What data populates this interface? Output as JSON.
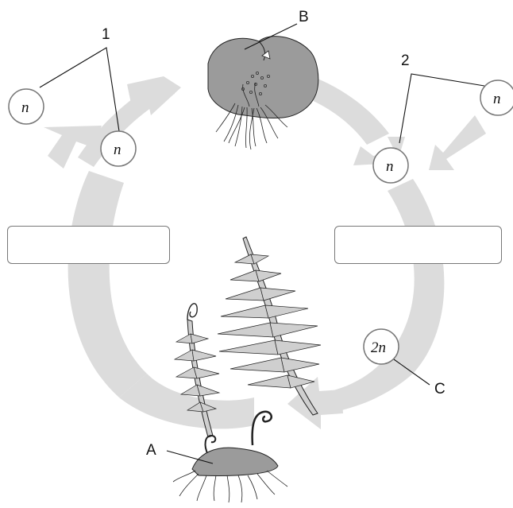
{
  "labels": {
    "one": "1",
    "two": "2",
    "a": "A",
    "b": "B",
    "c": "C"
  },
  "cells": {
    "n_left": "n",
    "n_mid_left": "n",
    "n_right": "n",
    "n_far_right": "n",
    "zygote": "2n"
  },
  "answer_boxes": {
    "left": "",
    "right": ""
  },
  "colors": {
    "cycle_arrow": "#dcdcdc",
    "gametophyte": "#9b9b9b",
    "sporophyte": "#cfcfcf",
    "line": "#111111"
  },
  "icons": [
    "prothallus-gametophyte",
    "fern-sporophyte",
    "cycle-arrows"
  ]
}
